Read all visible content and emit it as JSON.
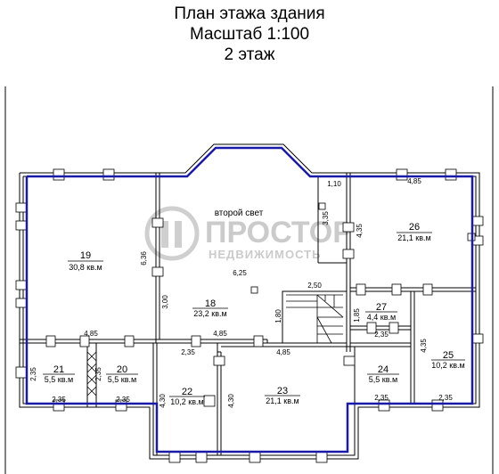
{
  "header": {
    "title": "План этажа здания",
    "scale": "Масштаб 1:100",
    "floor": "2 этаж"
  },
  "watermark": {
    "line1": "ПРОСТОР",
    "line2": "НЕДВИЖИМОСТЬ"
  },
  "rooms": [
    {
      "num": "19",
      "area": "30,8 кв.м"
    },
    {
      "num": "18",
      "area": "23,2 кв.м"
    },
    {
      "num": "26",
      "area": "21,1 кв.м"
    },
    {
      "num": "27",
      "area": "4,4 кв.м"
    },
    {
      "num": "25",
      "area": "10,2 кв.м"
    },
    {
      "num": "21",
      "area": "5,5 кв.м"
    },
    {
      "num": "20",
      "area": "5,5 кв.м"
    },
    {
      "num": "22",
      "area": "10,2 кв.м"
    },
    {
      "num": "23",
      "area": "21,1 кв.м"
    },
    {
      "num": "24",
      "area": "5,5 кв.м"
    }
  ],
  "second_light": "второй свет",
  "dimensions": {
    "d_485_top": "4,85",
    "d_110": "1,10",
    "d_335": "3,35",
    "d_435_26": "4,35",
    "d_636": "6,36",
    "d_625": "6,25",
    "d_250": "2,50",
    "d_300": "3,00",
    "d_180": "1,80",
    "d_185": "1,85",
    "d_235_27": "2,35",
    "d_485_19": "4,85",
    "d_485_18": "4,85",
    "d_435_25": "4,35",
    "d_235_22": "2,35",
    "d_485_23": "4,85",
    "d_235_21v": "2,35",
    "d_235_20v": "2,35",
    "d_235_21b": "2,35",
    "d_235_20b": "2,35",
    "d_430_22": "4,30",
    "d_430_23": "4,30",
    "d_235_24": "2,35",
    "d_235_25": "2,35"
  },
  "colors": {
    "outline": "#1a1aa8",
    "wall": "#000000",
    "watermark": "#c9c9c9"
  }
}
